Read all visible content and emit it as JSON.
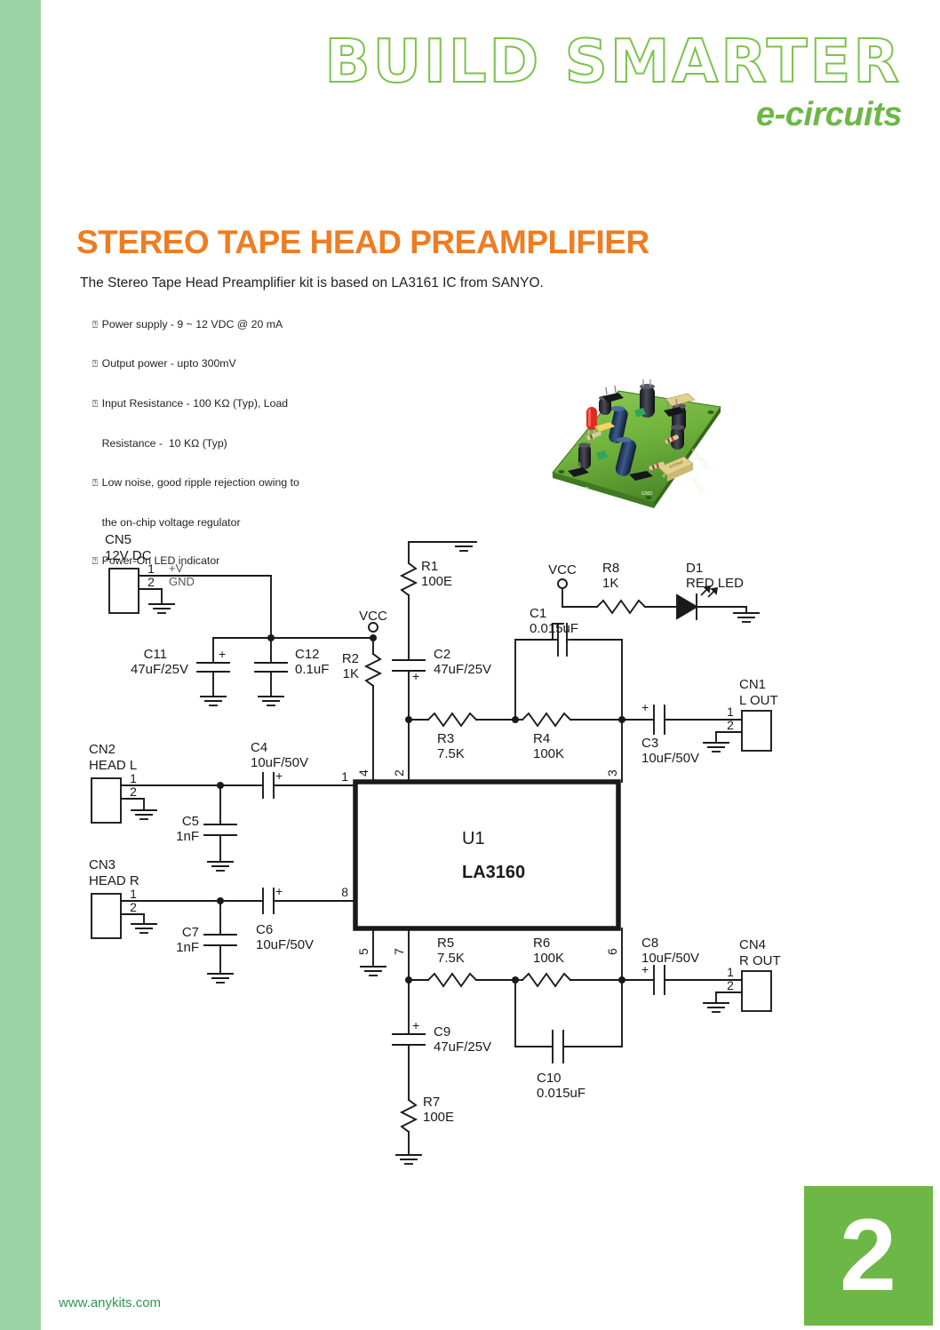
{
  "brand": {
    "logo_primary": "BUILD SMARTER",
    "logo_secondary": "e-circuits",
    "logo_outline_color": "#7DC24B",
    "logo_solid_color": "#6CB745",
    "accent_strip_color": "#9BD4A5"
  },
  "doc": {
    "title": "STEREO TAPE HEAD PREAMPLIFIER",
    "title_color": "#EE7D22",
    "subtitle": "The Stereo Tape Head Preamplifier kit is based on LA3161 IC from SANYO.",
    "bullet_glyph": "⍰",
    "features": [
      {
        "line1": "Power supply - 9 ~ 12 VDC @ 20 mA",
        "line2": ""
      },
      {
        "line1": "Output power - upto 300mV",
        "line2": ""
      },
      {
        "line1": "Input Resistance - 100 KΩ (Typ), Load",
        "line2": "Resistance -  10 KΩ (Typ)"
      },
      {
        "line1": "Low noise, good ripple rejection owing to",
        "line2": "the on-chip voltage regulator"
      },
      {
        "line1": "Power-On LED indicator",
        "line2": ""
      }
    ]
  },
  "photo": {
    "alt": "pcb-photo-stereo-tape-head-preamp",
    "board_color": "#74B943",
    "led_color": "#E02B20",
    "silk_text": "anykits",
    "silk_code": "A002"
  },
  "footer": {
    "url": "www.anykits.com",
    "url_color": "#2E9B4E",
    "page_number": "2",
    "page_block_color": "#6CB745"
  },
  "schematic": {
    "ic": {
      "ref": "U1",
      "part": "LA3160"
    },
    "ic_pins": [
      "1",
      "2",
      "3",
      "4",
      "5",
      "6",
      "7",
      "8"
    ],
    "net_labels": [
      {
        "name": "VCC",
        "id": "vcc-power"
      },
      {
        "name": "VCC",
        "id": "vcc-led"
      }
    ],
    "connectors": [
      {
        "ref": "CN5",
        "name": "12V DC",
        "pins": [
          "1",
          "2"
        ],
        "pin_labels": [
          "+V",
          "GND"
        ]
      },
      {
        "ref": "CN2",
        "name": "HEAD  L",
        "pins": [
          "1",
          "2"
        ],
        "pin_labels": [
          "",
          ""
        ]
      },
      {
        "ref": "CN3",
        "name": "HEAD  R",
        "pins": [
          "1",
          "2"
        ],
        "pin_labels": [
          "",
          ""
        ]
      },
      {
        "ref": "CN1",
        "name": "L OUT",
        "pins": [
          "1",
          "2"
        ],
        "pin_labels": [
          "",
          ""
        ]
      },
      {
        "ref": "CN4",
        "name": "R OUT",
        "pins": [
          "1",
          "2"
        ],
        "pin_labels": [
          "",
          ""
        ]
      }
    ],
    "resistors": [
      {
        "ref": "R1",
        "value": "100E"
      },
      {
        "ref": "R2",
        "value": "1K"
      },
      {
        "ref": "R3",
        "value": "7.5K"
      },
      {
        "ref": "R4",
        "value": "100K"
      },
      {
        "ref": "R5",
        "value": "7.5K"
      },
      {
        "ref": "R6",
        "value": "100K"
      },
      {
        "ref": "R7",
        "value": "100E"
      },
      {
        "ref": "R8",
        "value": "1K"
      }
    ],
    "capacitors": [
      {
        "ref": "C1",
        "value": "0.015uF"
      },
      {
        "ref": "C2",
        "value": "47uF/25V"
      },
      {
        "ref": "C3",
        "value": "10uF/50V"
      },
      {
        "ref": "C4",
        "value": "10uF/50V"
      },
      {
        "ref": "C5",
        "value": "1nF"
      },
      {
        "ref": "C6",
        "value": "10uF/50V"
      },
      {
        "ref": "C7",
        "value": "1nF"
      },
      {
        "ref": "C8",
        "value": "10uF/50V"
      },
      {
        "ref": "C9",
        "value": "47uF/25V"
      },
      {
        "ref": "C10",
        "value": "0.015uF"
      },
      {
        "ref": "C11",
        "value": "47uF/25V"
      },
      {
        "ref": "C12",
        "value": "0.1uF"
      }
    ],
    "diodes": [
      {
        "ref": "D1",
        "value": "RED LED"
      }
    ],
    "polarity_marks": [
      "+",
      "+",
      "+",
      "+",
      "+",
      "+",
      "+"
    ]
  }
}
